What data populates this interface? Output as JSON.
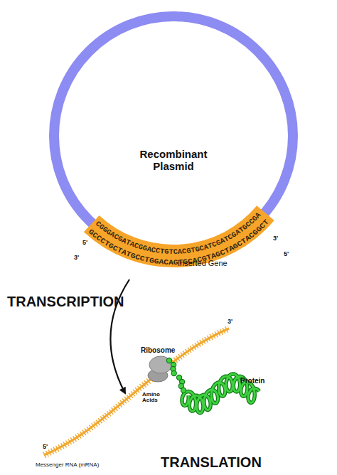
{
  "diagram": {
    "nodes": [
      {
        "text": [
          "Recombinant Plasmid"
        ]
      }
    ],
    "labels": [
      "5'",
      "3'",
      "GCCCTGCTATGCCTGGACAGTGCACGTAGCTAGCTACGGCT",
      "CGGGACGATACGGACCTGTCACGTGCATCGATCGATGCCGA",
      "3'",
      "5'",
      "Inserted Gene",
      "TRANSCRIPTION",
      "3'",
      "Ribosome",
      "Protein",
      "Amino Acids",
      "5'",
      "Messenger RNA (mRNA)",
      "TRANSLATION"
    ]
  }
}
